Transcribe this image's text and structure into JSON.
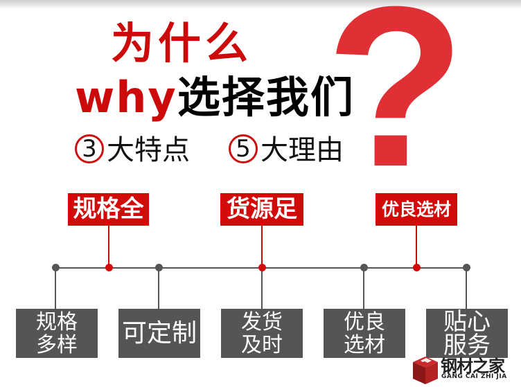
{
  "header": {
    "title_line1": "为什么",
    "title_line2_en": "why",
    "title_line2_cn": "选择我们",
    "question_mark": "?",
    "subtitle": [
      {
        "number": "3",
        "text": "大特点"
      },
      {
        "number": "5",
        "text": "大理由"
      }
    ]
  },
  "features": [
    {
      "label": "规格全"
    },
    {
      "label": "货源足"
    },
    {
      "label": "优良选材"
    }
  ],
  "reasons": [
    {
      "line1": "规格",
      "line2": "多样"
    },
    {
      "line1": "可定制",
      "line2": ""
    },
    {
      "line1": "发货",
      "line2": "及时"
    },
    {
      "line1": "优良",
      "line2": "选材"
    },
    {
      "line1": "贴心",
      "line2": "服务"
    }
  ],
  "logo": {
    "name": "钢材之家",
    "pinyin": "GANG CAI ZHI JIA",
    "icon": "cube-g-icon"
  },
  "colors": {
    "accent_red": "#d10a0a",
    "question_red": "#e03036",
    "box_gray": "#555555",
    "line_gray": "#555555"
  }
}
